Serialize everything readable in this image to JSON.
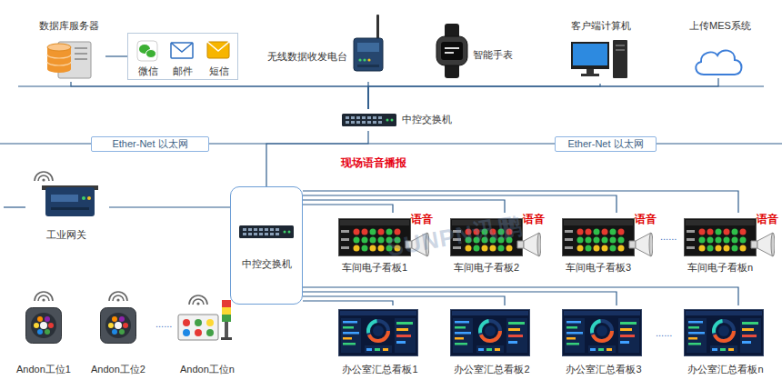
{
  "diagram": {
    "nodes": [
      {
        "text": [
          "数据库服务器"
        ]
      },
      {
        "text": [
          "微信",
          "邮件",
          "短信"
        ]
      },
      {
        "text": [
          "无线数据收发电台"
        ]
      },
      {
        "text": [
          "智能手表"
        ]
      },
      {
        "text": [
          "客户端计算机"
        ]
      },
      {
        "text": [
          "上传MES系统"
        ]
      },
      {
        "text": [
          "中控交换机"
        ]
      },
      {
        "text": [
          "Ether-Net 以太网"
        ]
      },
      {
        "text": [
          "Ether-Net 以太网"
        ]
      },
      {
        "text": [
          "工业网关"
        ]
      },
      {
        "text": [
          "中控交换机"
        ]
      },
      {
        "text": [
          "语音",
          "车间电子看板1"
        ]
      },
      {
        "text": [
          "语音",
          "车间电子看板2"
        ]
      },
      {
        "text": [
          "语音",
          "车间电子看板3"
        ]
      },
      {
        "text": [
          "语音",
          "车间电子看板n"
        ]
      },
      {
        "text": [
          "办公室汇总看板1"
        ]
      },
      {
        "text": [
          "办公室汇总看板2"
        ]
      },
      {
        "text": [
          "办公室汇总看板3"
        ]
      },
      {
        "text": [
          "办公室汇总看板n"
        ]
      },
      {
        "text": [
          "Andon工位1"
        ]
      },
      {
        "text": [
          "Andon工位2"
        ]
      },
      {
        "text": [
          "Andon工位n"
        ]
      }
    ],
    "edges": [
      {
        "from": 0,
        "to": 1,
        "arrow": "none"
      },
      {
        "from": 6,
        "to": 0,
        "arrow": "none"
      },
      {
        "from": 6,
        "to": 2,
        "arrow": "none"
      },
      {
        "from": 6,
        "to": 4,
        "arrow": "none"
      },
      {
        "from": 6,
        "to": 5,
        "arrow": "none"
      },
      {
        "from": 6,
        "to": 10,
        "arrow": "none"
      },
      {
        "from": 9,
        "to": 10,
        "arrow": "none"
      },
      {
        "from": 10,
        "to": 11,
        "arrow": "none"
      },
      {
        "from": 10,
        "to": 12,
        "arrow": "none"
      },
      {
        "from": 10,
        "to": 13,
        "arrow": "none"
      },
      {
        "from": 10,
        "to": 14,
        "arrow": "none"
      },
      {
        "from": 10,
        "to": 15,
        "arrow": "none"
      },
      {
        "from": 10,
        "to": 16,
        "arrow": "none"
      },
      {
        "from": 10,
        "to": 17,
        "arrow": "none"
      },
      {
        "from": 10,
        "to": 18,
        "arrow": "none"
      }
    ],
    "labels": [
      "现场语音播报",
      "SUNPN讯鹏",
      "......",
      "......",
      "......"
    ]
  }
}
